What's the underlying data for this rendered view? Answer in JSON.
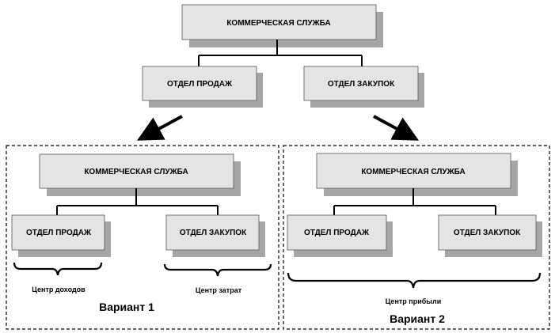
{
  "top": {
    "root": "КОММЕРЧЕСКАЯ СЛУЖБА",
    "sales": "ОТДЕЛ ПРОДАЖ",
    "purchasing": "ОТДЕЛ ЗАКУПОК"
  },
  "variant1": {
    "root": "КОММЕРЧЕСКАЯ СЛУЖБА",
    "sales": "ОТДЕЛ ПРОДАЖ",
    "purchasing": "ОТДЕЛ ЗАКУПОК",
    "sales_center": "Центр доходов",
    "purchasing_center": "Центр затрат",
    "title": "Вариант 1"
  },
  "variant2": {
    "root": "КОММЕРЧЕСКАЯ СЛУЖБА",
    "sales": "ОТДЕЛ ПРОДАЖ",
    "purchasing": "ОТДЕЛ ЗАКУПОК",
    "center": "Центр прибыли",
    "title": "Вариант 2"
  },
  "colors": {
    "box_fill": "#e4e4e4",
    "shadow": "#a6a6a6",
    "line": "#000000"
  }
}
